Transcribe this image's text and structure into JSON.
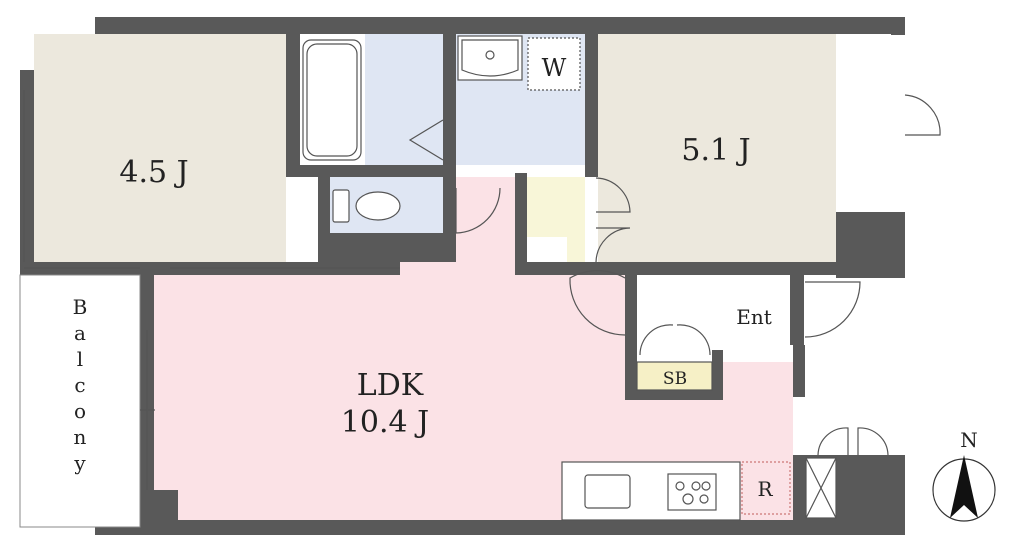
{
  "rooms": {
    "western_room_1": {
      "size": "4.5 J"
    },
    "western_room_2": {
      "size": "5.1 J"
    },
    "ldk": {
      "name": "LDK",
      "size": "10.4 J"
    },
    "washer_space": {
      "label": "W"
    },
    "entrance": {
      "label": "Ent"
    },
    "shoe_box": {
      "label": "SB"
    },
    "refrigerator_space": {
      "label": "R"
    },
    "balcony": {
      "letters": [
        "B",
        "a",
        "l",
        "c",
        "o",
        "n",
        "y"
      ]
    }
  },
  "compass": {
    "label": "N"
  },
  "colors": {
    "wall": "#595959",
    "room_beige": "#ece8dd",
    "ldk_pink": "#fbe2e6",
    "wet_blue": "#dfe6f3",
    "closet_yellow": "#f8f6d8",
    "shoebox_yellow": "#f6f0c6"
  }
}
